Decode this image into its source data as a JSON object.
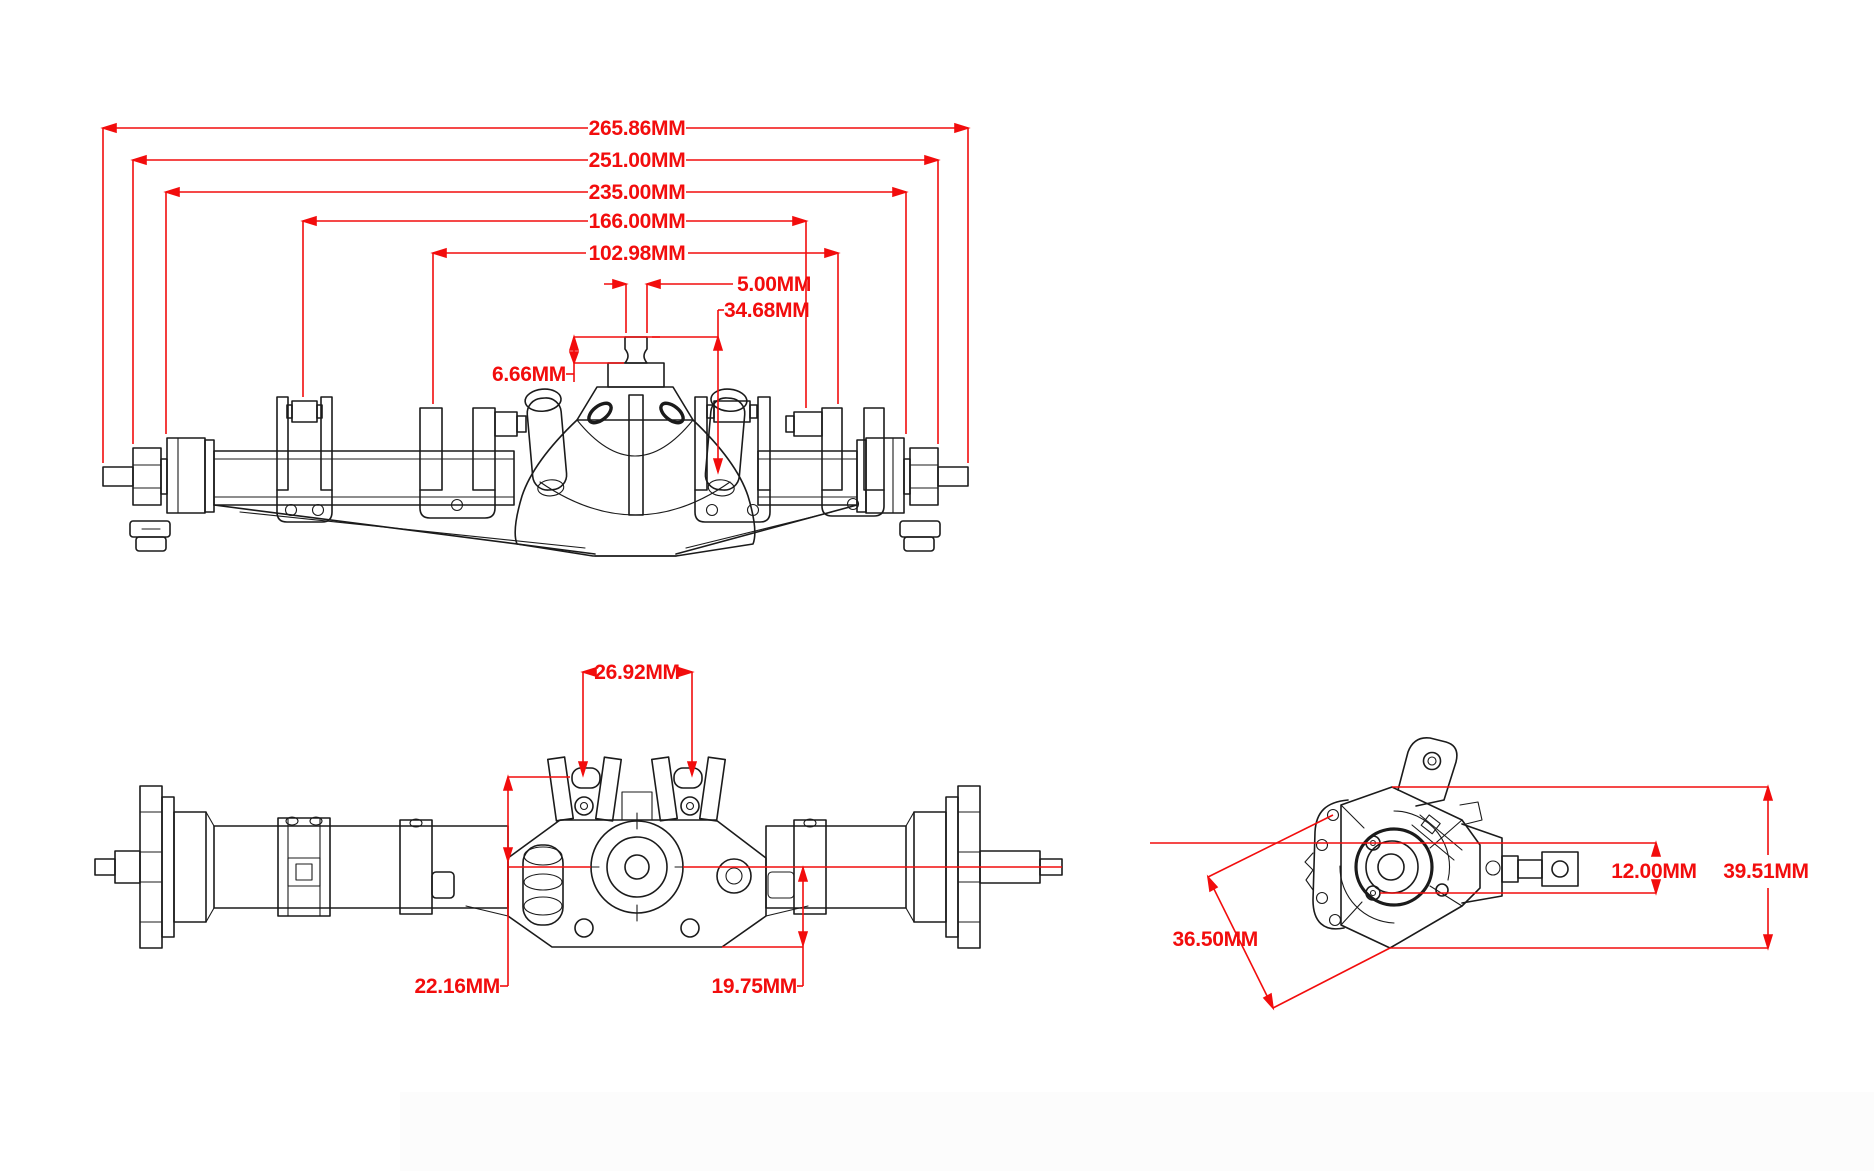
{
  "drawing": {
    "unit": "MM",
    "colors": {
      "dimension": "#f20d0d",
      "outline": "#1b1b1b",
      "background": "#ffffff",
      "footer_shade": "#fcfcfc"
    },
    "views": {
      "front": {
        "dims": [
          {
            "label": "265.86MM"
          },
          {
            "label": "251.00MM"
          },
          {
            "label": "235.00MM"
          },
          {
            "label": "166.00MM"
          },
          {
            "label": "102.98MM"
          },
          {
            "label": "5.00MM"
          },
          {
            "label": "34.68MM"
          },
          {
            "label": "6.66MM"
          }
        ]
      },
      "top": {
        "dims": [
          {
            "label": "26.92MM"
          },
          {
            "label": "22.16MM"
          },
          {
            "label": "19.75MM"
          }
        ]
      },
      "side": {
        "dims": [
          {
            "label": "12.00MM"
          },
          {
            "label": "39.51MM"
          },
          {
            "label": "36.50MM"
          }
        ]
      }
    }
  }
}
